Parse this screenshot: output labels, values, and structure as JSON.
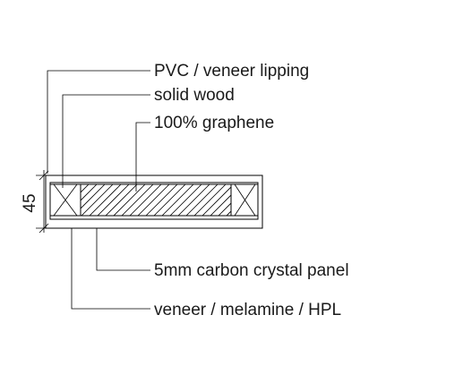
{
  "labels": {
    "lipping": "PVC / veneer lipping",
    "solid_wood": "solid wood",
    "core": "100% graphene",
    "panel": "5mm carbon crystal panel",
    "surface": "veneer / melamine / HPL"
  },
  "dimension": {
    "thickness": "45"
  },
  "colors": {
    "line": "#000000",
    "text": "#1a1a1a",
    "background": "#ffffff"
  }
}
